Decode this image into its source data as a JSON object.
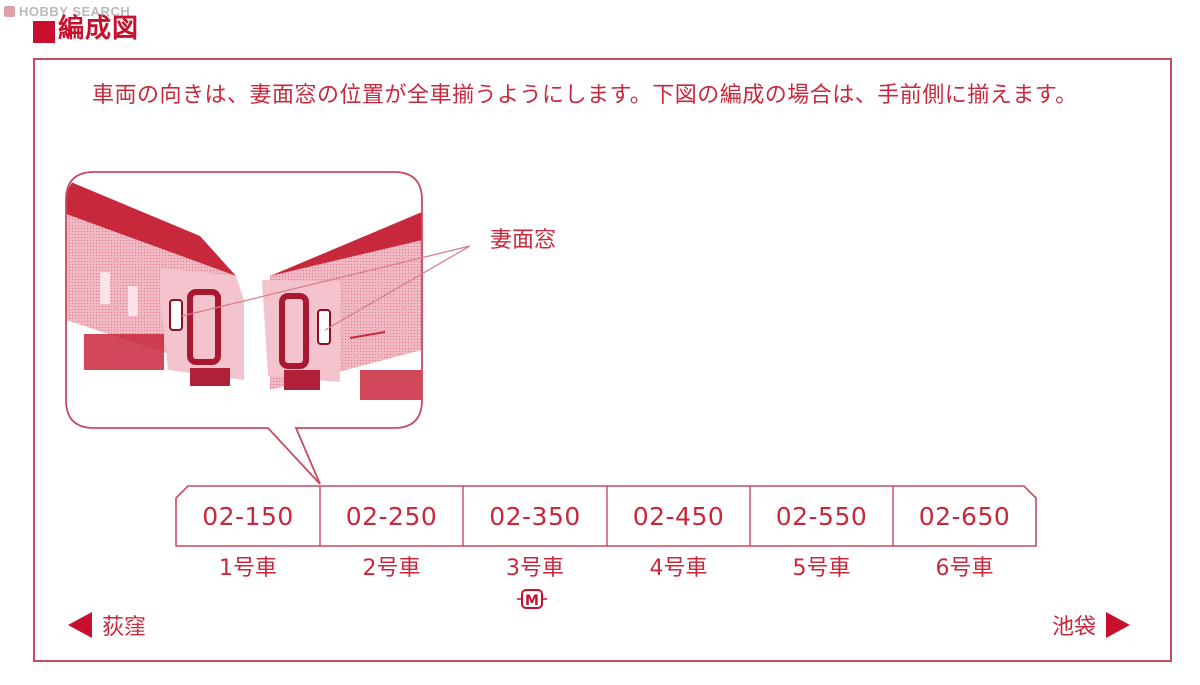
{
  "watermark": "HOBBY SEARCH",
  "section_title": "編成図",
  "intro_text": "車両の向きは、妻面窓の位置が全車揃うようにします。下図の編成の場合は、手前側に揃えます。",
  "callout": {
    "label": "妻面窓"
  },
  "formation": {
    "cars": [
      {
        "id": "02-150",
        "position": "1号車",
        "motor": false
      },
      {
        "id": "02-250",
        "position": "2号車",
        "motor": false
      },
      {
        "id": "02-350",
        "position": "3号車",
        "motor": true
      },
      {
        "id": "02-450",
        "position": "4号車",
        "motor": false
      },
      {
        "id": "02-550",
        "position": "5号車",
        "motor": false
      },
      {
        "id": "02-650",
        "position": "6号車",
        "motor": false
      }
    ],
    "motor_badge": "M"
  },
  "direction": {
    "left": {
      "label": "荻窪",
      "icon": "triangle-left-icon"
    },
    "right": {
      "label": "池袋",
      "icon": "triangle-right-icon"
    }
  },
  "colors": {
    "accent": "#c8102e",
    "text": "#c8283c",
    "line": "#c84a5e",
    "photo": "#e7a0ae"
  }
}
